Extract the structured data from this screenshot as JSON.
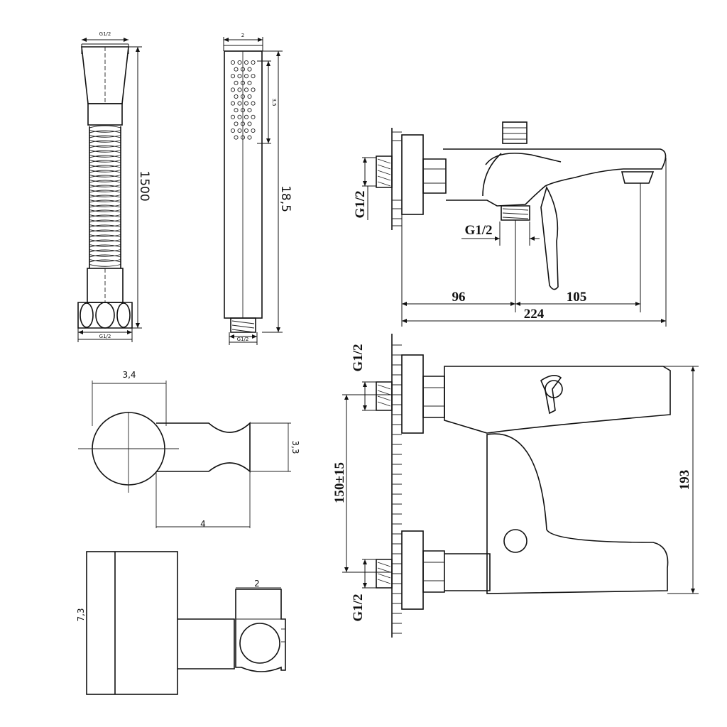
{
  "hose": {
    "top_thread_label": "G1/2",
    "length_label": "1500",
    "bottom_thread_label": "G1/2"
  },
  "hand_shower": {
    "width_label": "2",
    "spray_height_label": "3,5",
    "length_label": "18,5",
    "thread_label": "G1/2"
  },
  "holder_top_view": {
    "diameter_label": "3,4",
    "height_label": "3,3",
    "depth_label": "4"
  },
  "holder_side_view": {
    "height_label": "7,3",
    "width_label": "2"
  },
  "mixer_side_view": {
    "inlet_thread_label": "G1/2",
    "outlet_thread_label": "G1/2",
    "dim_left_label": "96",
    "dim_right_label": "105",
    "dim_total_label": "224"
  },
  "mixer_front_view": {
    "top_thread_label": "G1/2",
    "bottom_thread_label": "G1/2",
    "center_distance_label": "150±15",
    "height_label": "193"
  }
}
